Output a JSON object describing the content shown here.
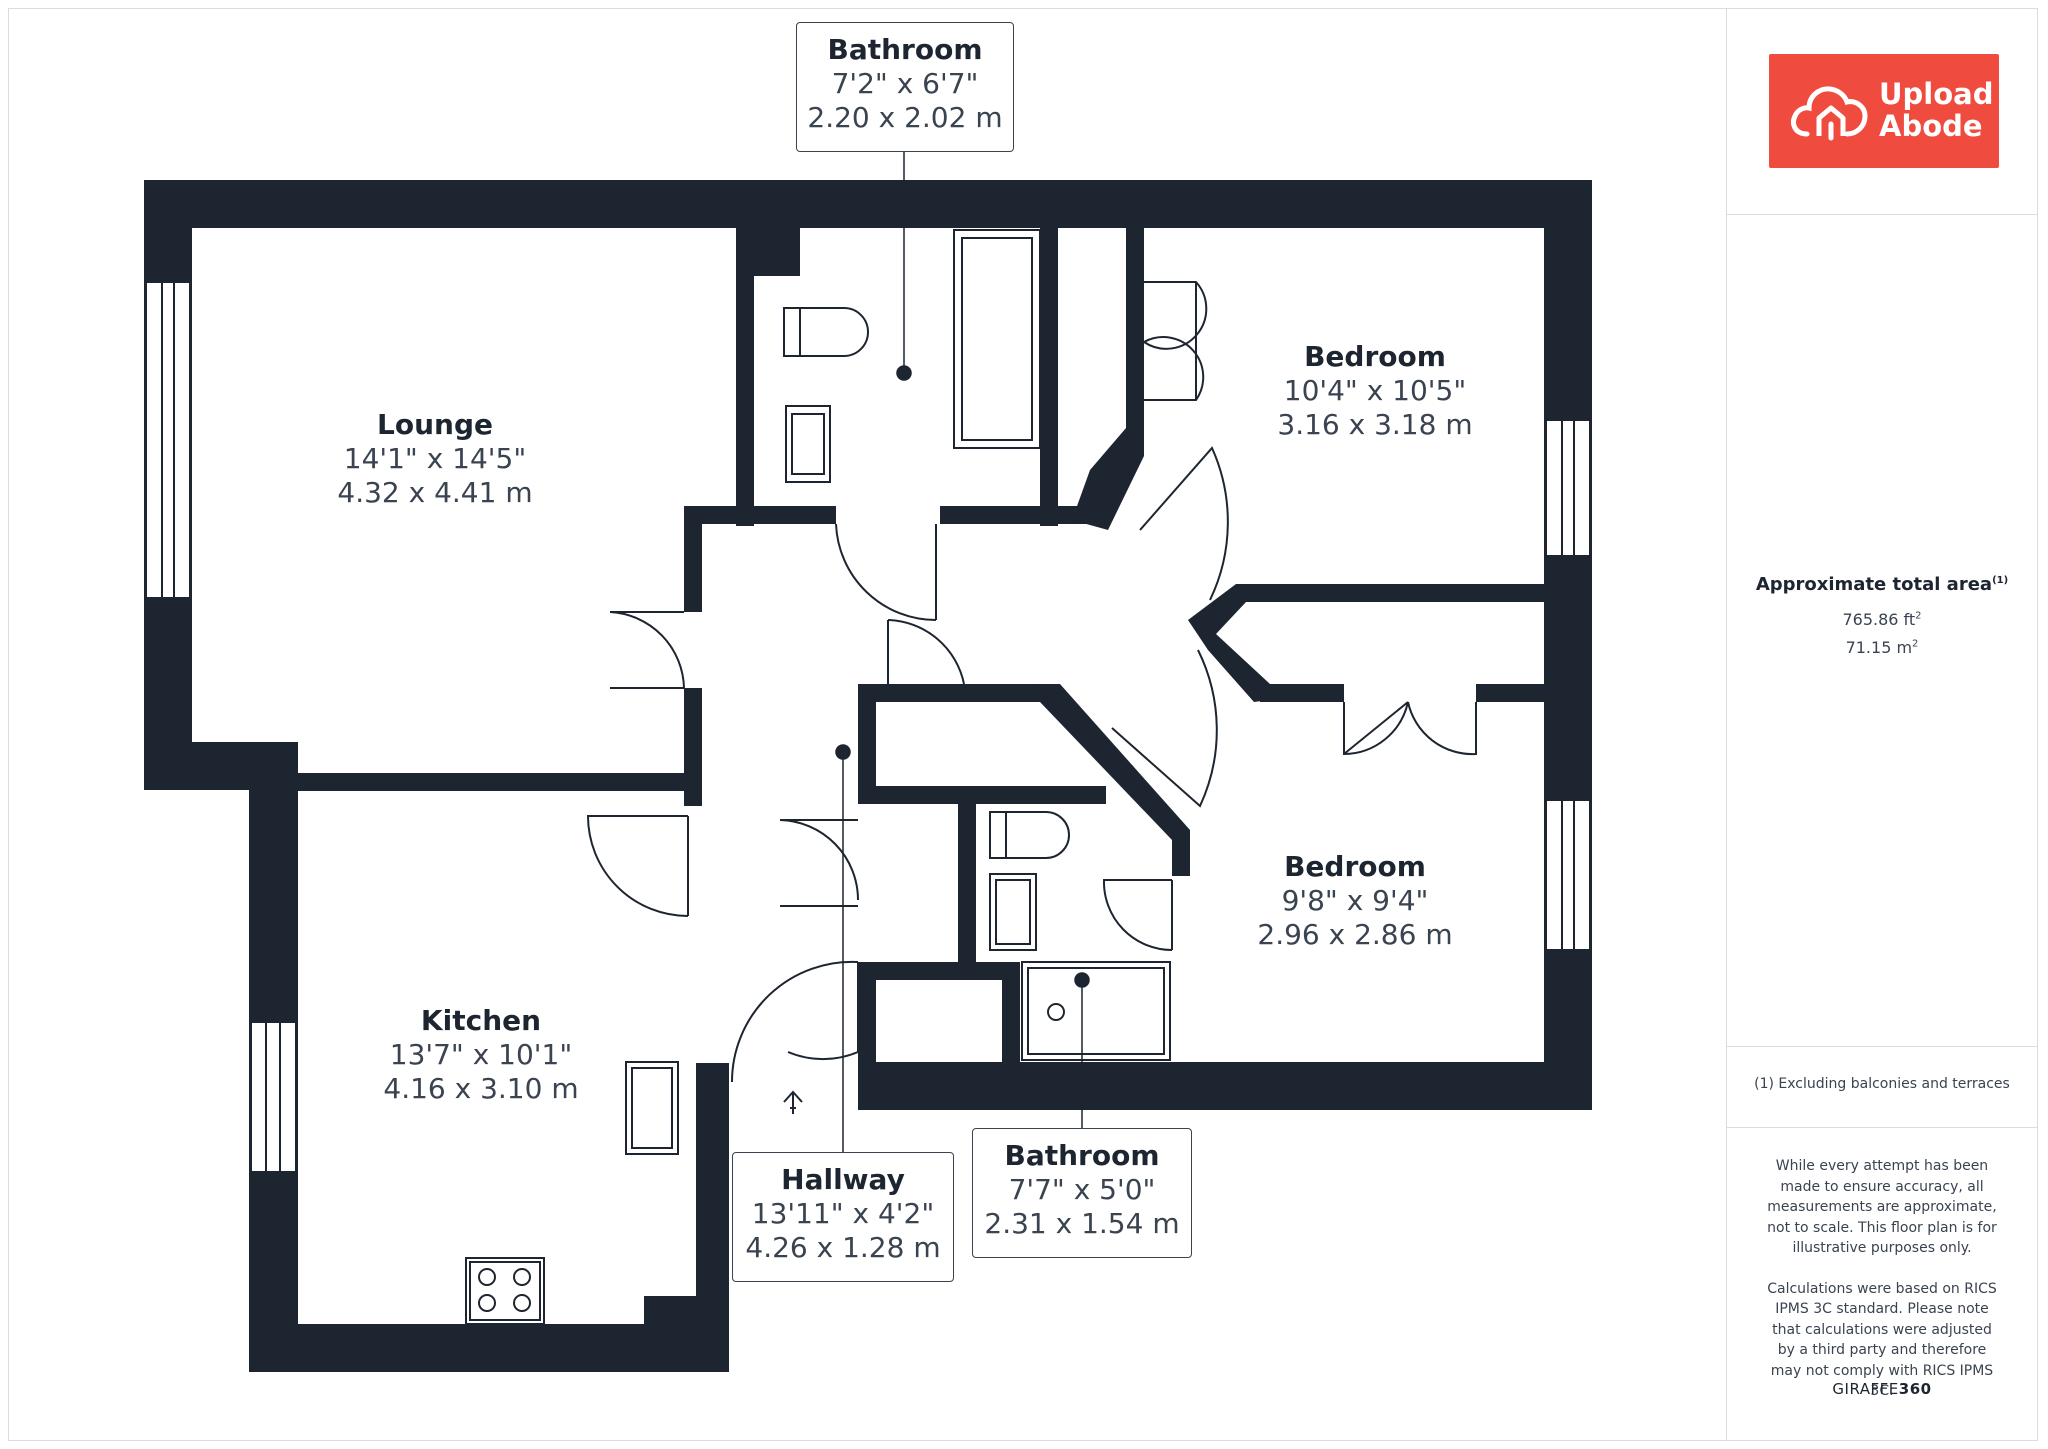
{
  "brand": {
    "logo_line1": "Upload",
    "logo_line2": "Abode",
    "footer_prefix": "GIRAFFE",
    "footer_suffix": "360"
  },
  "area": {
    "title": "Approximate total area",
    "title_note": "(1)",
    "ft2": "765.86 ft",
    "m2": "71.15 m",
    "sup": "2"
  },
  "note": "(1) Excluding balconies and terraces",
  "disclaimer": [
    "While every attempt has been made to ensure accuracy, all measurements are approximate, not to scale. This floor plan is for illustrative purposes only.",
    "Calculations were based on RICS IPMS 3C standard. Please note that calculations were adjusted by a third party and therefore may not comply with RICS IPMS 3C."
  ],
  "rooms": {
    "lounge": {
      "name": "Lounge",
      "imperial": "14'1\" x 14'5\"",
      "metric": "4.32 x 4.41 m"
    },
    "kitchen": {
      "name": "Kitchen",
      "imperial": "13'7\" x 10'1\"",
      "metric": "4.16 x 3.10 m"
    },
    "bedroom1": {
      "name": "Bedroom",
      "imperial": "10'4\" x 10'5\"",
      "metric": "3.16 x 3.18 m"
    },
    "bedroom2": {
      "name": "Bedroom",
      "imperial": "9'8\" x 9'4\"",
      "metric": "2.96 x 2.86 m"
    },
    "bathroom1": {
      "name": "Bathroom",
      "imperial": "7'2\" x 6'7\"",
      "metric": "2.20 x 2.02 m"
    },
    "bathroom2": {
      "name": "Bathroom",
      "imperial": "7'7\" x 5'0\"",
      "metric": "2.31 x 1.54 m"
    },
    "hallway": {
      "name": "Hallway",
      "imperial": "13'11\" x 4'2\"",
      "metric": "4.26 x 1.28 m"
    }
  },
  "colors": {
    "wall": "#1d2530",
    "logo_bg": "#f04b3f",
    "line": "#3a4350"
  }
}
